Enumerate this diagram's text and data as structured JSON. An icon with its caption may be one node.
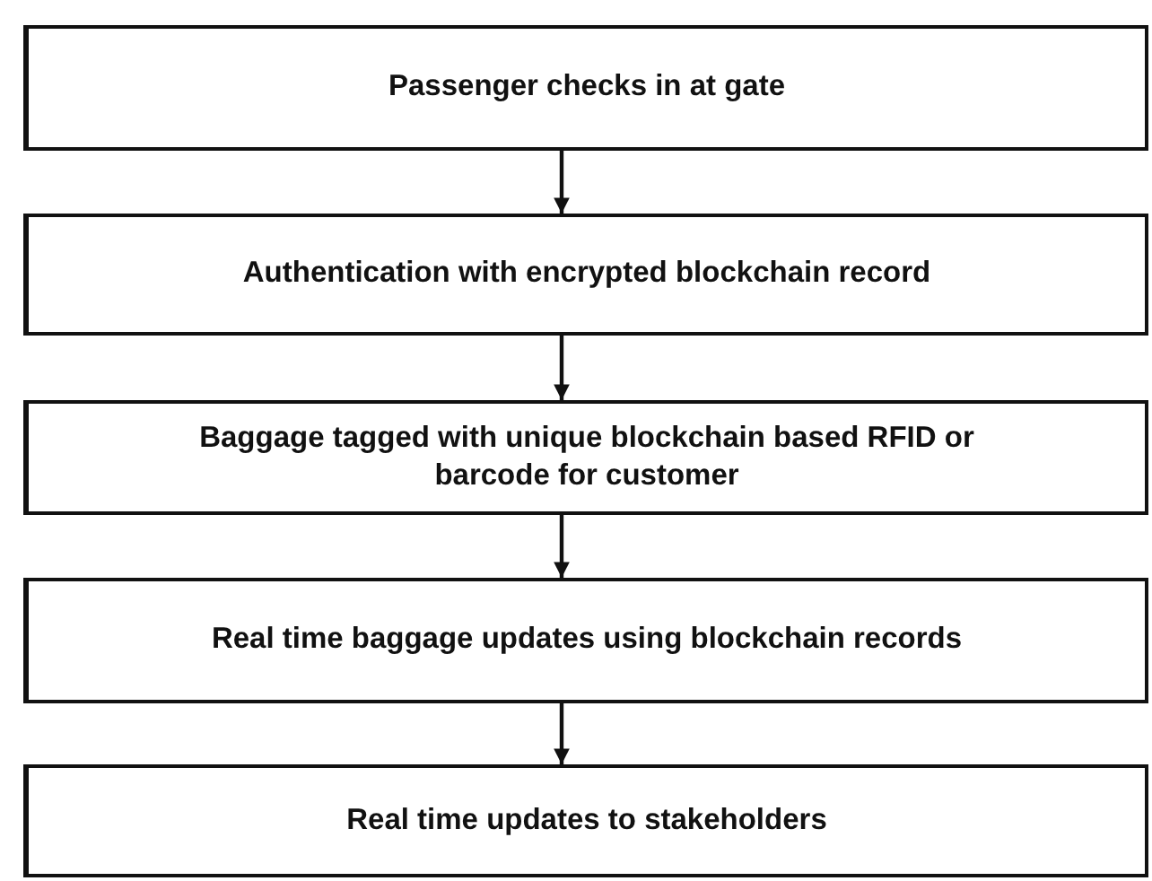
{
  "diagram": {
    "nodes": [
      {
        "text": [
          "Passenger checks in at gate"
        ]
      },
      {
        "text": [
          "Authentication with encrypted blockchain record"
        ]
      },
      {
        "text": [
          "Baggage tagged with unique blockchain based RFID or barcode for customer"
        ]
      },
      {
        "text": [
          "Real time baggage updates using blockchain records"
        ]
      },
      {
        "text": [
          "Real time updates to stakeholders"
        ]
      }
    ],
    "edges": [
      {
        "from": 0,
        "to": 1,
        "arrow": "to"
      },
      {
        "from": 1,
        "to": 2,
        "arrow": "to"
      },
      {
        "from": 2,
        "to": 3,
        "arrow": "to"
      },
      {
        "from": 3,
        "to": 4,
        "arrow": "to"
      }
    ]
  }
}
